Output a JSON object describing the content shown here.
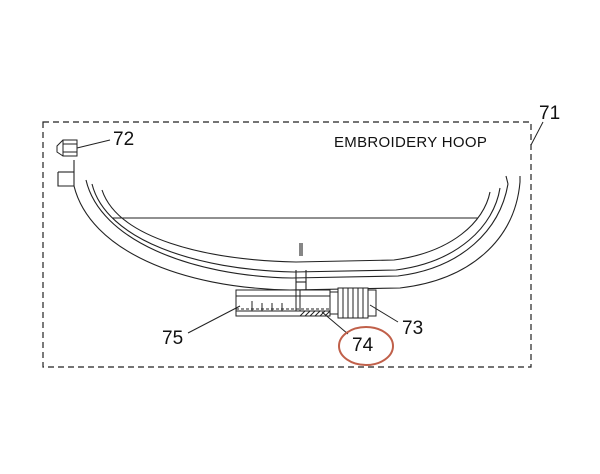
{
  "diagram": {
    "title": "EMBROIDERY HOOP",
    "reference_numbers": {
      "hoop_assembly": "71",
      "mount_screw": "72",
      "adjust_knob": "73",
      "highlighted_part": "74",
      "clamp_bar": "75"
    },
    "highlight_color": "#c0604a",
    "line_color": "#222222"
  }
}
